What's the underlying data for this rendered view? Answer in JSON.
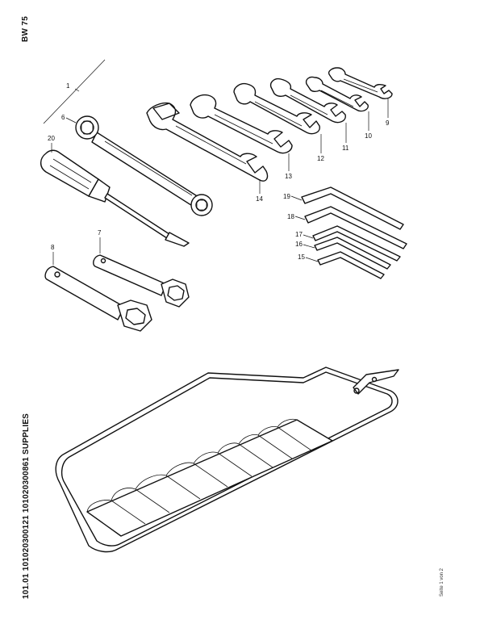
{
  "header": {
    "code": "BW 75"
  },
  "footer": {
    "title": "101.01 101020300121 101020300861 SUPPLIES",
    "page_indicator": "Seite 1 von 2"
  },
  "callouts": {
    "c1": "1",
    "c6": "6",
    "c20": "20",
    "c7": "7",
    "c8": "8",
    "c9": "9",
    "c10": "10",
    "c11": "11",
    "c12": "12",
    "c13": "13",
    "c14": "14",
    "c15": "15",
    "c16": "16",
    "c17": "17",
    "c18": "18",
    "c19": "19"
  }
}
